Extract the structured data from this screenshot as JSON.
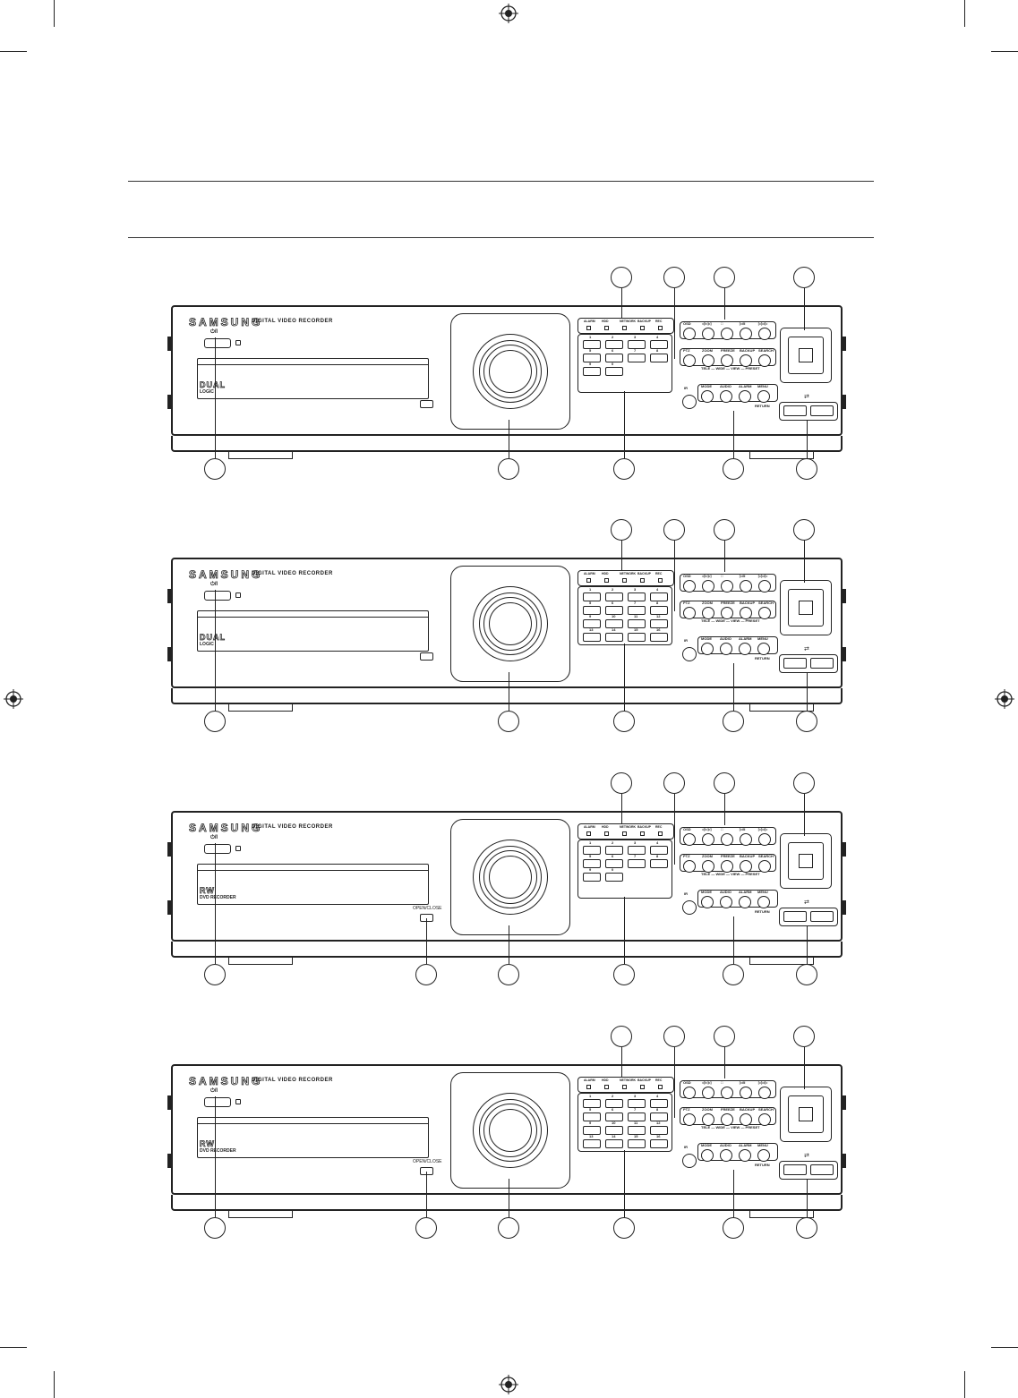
{
  "device": {
    "brand": "SAMSUNG",
    "model_text": "DIGITAL VIDEO RECORDER",
    "power_label": "⏻/I",
    "led_labels": [
      "ALARM",
      "HDD",
      "NETWORK",
      "BACKUP",
      "REC"
    ],
    "playback_labels": [
      "OSD",
      "◁/◁◁",
      "□",
      "▷/II",
      "▷▷/▷"
    ],
    "function_labels": [
      "PTZ",
      "ZOOM",
      "FREEZE",
      "BACKUP",
      "SEARCH"
    ],
    "function_sub_labels": [
      "TELE",
      "WIDE",
      "VIEW",
      "PRESET"
    ],
    "system_labels": [
      "MODE",
      "AUDIO",
      "ALARM",
      "MENU"
    ],
    "return_label": "RETURN",
    "ir_label": "IR",
    "dual_logo": "DUAL",
    "dual_sub": "LOGIC",
    "dvd_logo": "RW",
    "dvd_sub": "DVD RECORDER",
    "eject_label": "OPEN/CLOSE"
  },
  "panels": [
    {
      "keys": [
        "1",
        "2",
        "3",
        "4",
        "5",
        "6",
        "7",
        "8",
        "9",
        "0"
      ],
      "has_dvd": false
    },
    {
      "keys": [
        "1",
        "2",
        "3",
        "4",
        "5",
        "6",
        "7",
        "8",
        "9",
        "10",
        "11",
        "12",
        "13",
        "14",
        "15",
        "16"
      ],
      "has_dvd": false
    },
    {
      "keys": [
        "1",
        "2",
        "3",
        "4",
        "5",
        "6",
        "7",
        "8",
        "9",
        "0"
      ],
      "has_dvd": true
    },
    {
      "keys": [
        "1",
        "2",
        "3",
        "4",
        "5",
        "6",
        "7",
        "8",
        "9",
        "10",
        "11",
        "12",
        "13",
        "14",
        "15",
        "16"
      ],
      "has_dvd": true
    }
  ]
}
